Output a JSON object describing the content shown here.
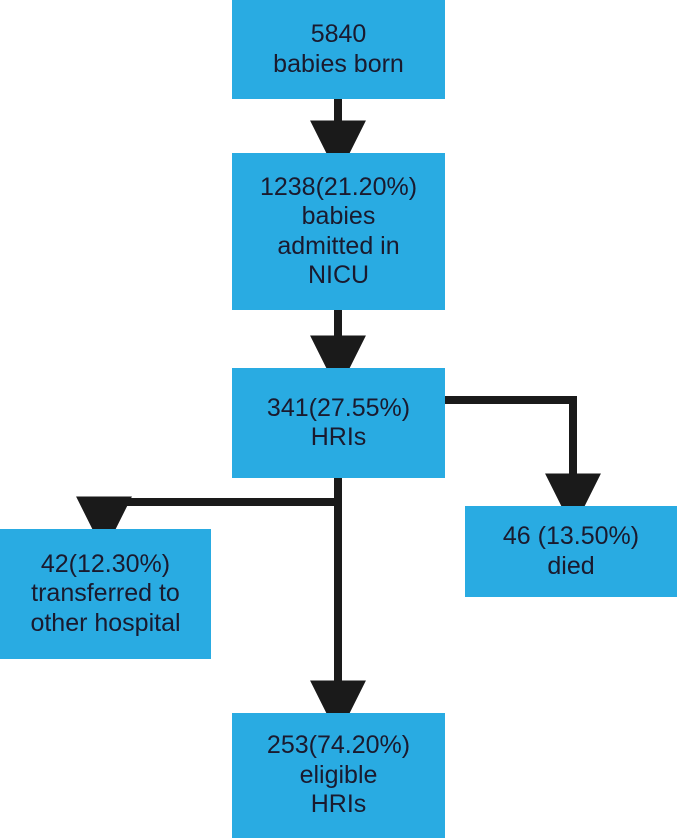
{
  "diagram": {
    "type": "flowchart",
    "title_visible": false,
    "colors": {
      "node_fill": "#29ABE2",
      "node_text": "#1a1a2e",
      "connector": "#1a1a1a",
      "background": "#ffffff"
    },
    "nodes": [
      {
        "id": "born",
        "text": "5840\nbabies born",
        "count": 5840,
        "percent": null,
        "label": "babies born"
      },
      {
        "id": "nicu",
        "text": "1238(21.20%)\nbabies\nadmitted in\nNICU",
        "count": 1238,
        "percent": "21.20%",
        "label": "babies admitted in NICU"
      },
      {
        "id": "hris",
        "text": "341(27.55%)\nHRIs",
        "count": 341,
        "percent": "27.55%",
        "label": "HRIs"
      },
      {
        "id": "died",
        "text": "46 (13.50%)\ndied",
        "count": 46,
        "percent": "13.50%",
        "label": "died"
      },
      {
        "id": "transferred",
        "text": "42(12.30%)\ntransferred to\nother hospital",
        "count": 42,
        "percent": "12.30%",
        "label": "transferred to other hospital"
      },
      {
        "id": "eligible",
        "text": "253(74.20%)\neligible\nHRIs",
        "count": 253,
        "percent": "74.20%",
        "label": "eligible HRIs"
      }
    ],
    "edges": [
      {
        "from": "born",
        "to": "nicu",
        "style": "straight-down-arrow"
      },
      {
        "from": "nicu",
        "to": "hris",
        "style": "straight-down-arrow"
      },
      {
        "from": "hris",
        "to": "died",
        "style": "elbow-right-down-arrow"
      },
      {
        "from": "hris",
        "to": "transferred",
        "style": "elbow-left-down-arrow"
      },
      {
        "from": "hris",
        "to": "eligible",
        "style": "straight-down-arrow"
      }
    ]
  }
}
